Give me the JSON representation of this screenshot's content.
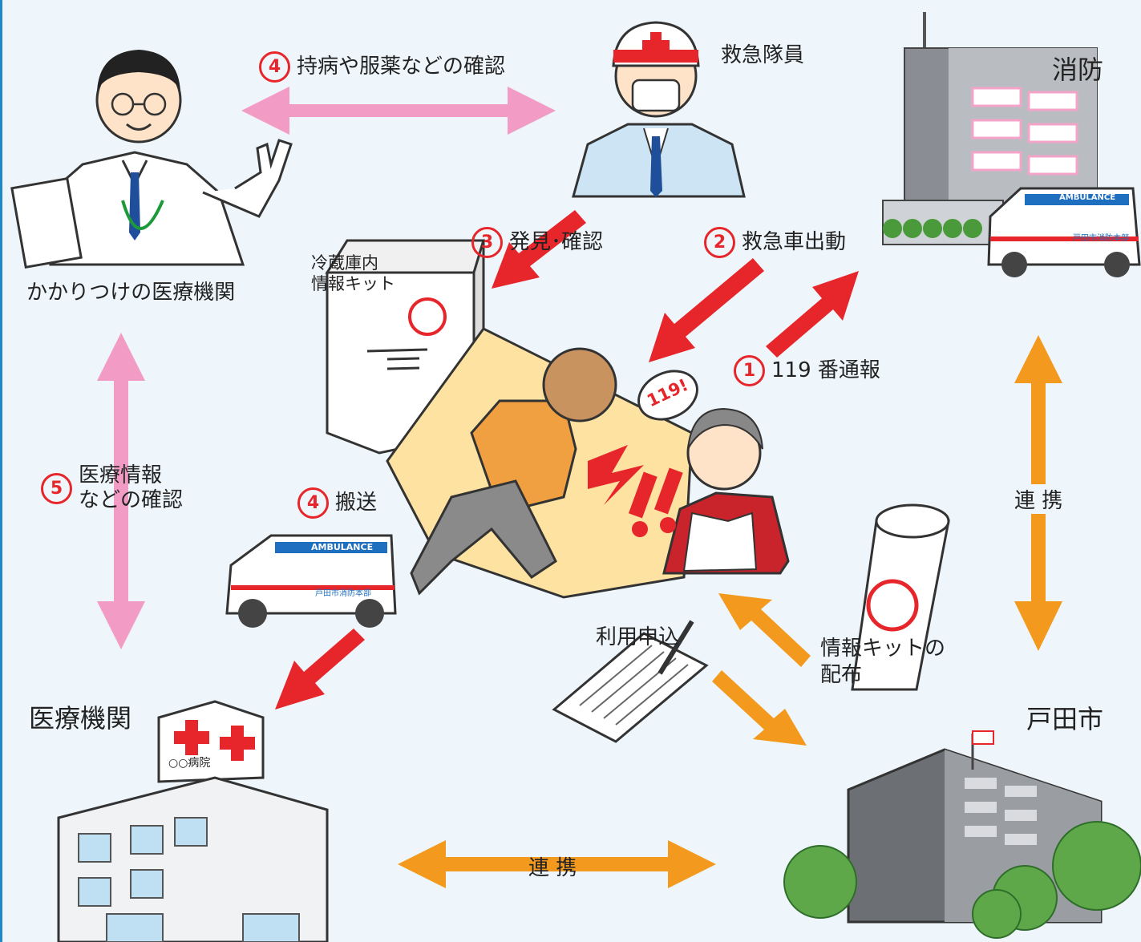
{
  "nodes": {
    "clinic": "かかりつけの医療機関",
    "paramedic": "救急隊員",
    "fire_dept": "消防",
    "hospital": "医療機関",
    "city": "戸田市",
    "fridge": "冷蔵庫内\n情報キット"
  },
  "steps": {
    "s1": {
      "num": "1",
      "text": "119 番通報"
    },
    "s2": {
      "num": "2",
      "text": "救急車出動"
    },
    "s3": {
      "num": "3",
      "text": "発見･確認"
    },
    "s4a": {
      "num": "4",
      "text": "持病や服薬などの確認"
    },
    "s4b": {
      "num": "4",
      "text": "搬送"
    },
    "s5": {
      "num": "5",
      "text": "医療情報\nなどの確認"
    }
  },
  "links": {
    "coop_right": "連 携",
    "coop_bottom": "連 携",
    "apply": "利用申込",
    "distribute": "情報キットの\n配布"
  },
  "art_text": {
    "speech": "119!",
    "ambulance": "AMBULANCE",
    "ambulance_side": "戸田市消防本部",
    "hospital_sign": "○○病院"
  },
  "colors": {
    "red_arrow": "#e6262a",
    "pink_arrow": "#f29bc4",
    "orange_arrow": "#f39a1e",
    "background": "#eef6fb",
    "border": "#1e88c8"
  }
}
